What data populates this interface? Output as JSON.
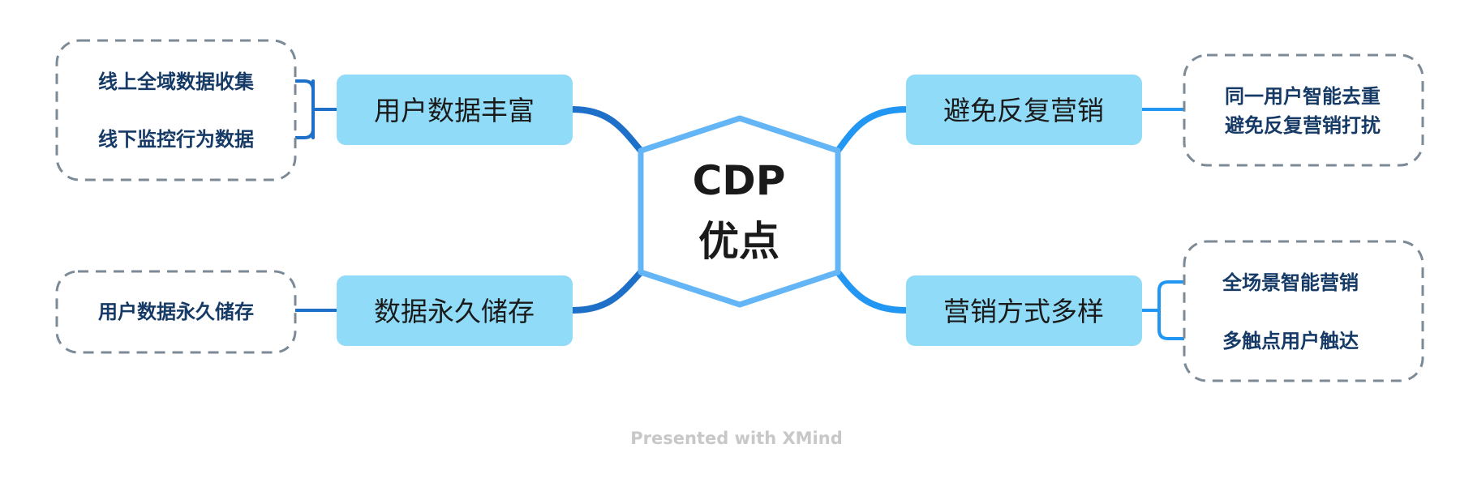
{
  "center": {
    "line1": "CDP",
    "line2": "优点"
  },
  "topics": {
    "top_left": {
      "label": "用户数据丰富",
      "children": [
        "线上全域数据收集",
        "线下监控行为数据"
      ]
    },
    "bottom_left": {
      "label": "数据永久储存",
      "children": [
        "用户数据永久储存"
      ]
    },
    "top_right": {
      "label": "避免反复营销",
      "children": [
        "同一用户智能去重",
        "避免反复营销打扰"
      ]
    },
    "bottom_right": {
      "label": "营销方式多样",
      "children": [
        "全场景智能营销",
        "多触点用户触达"
      ]
    }
  },
  "footer": "Presented with XMind",
  "colors": {
    "center_stroke": "#64b5f6",
    "topic_fill": "#90dcf8",
    "connector_left": "#1e6fc7",
    "connector_right": "#2196f3",
    "subtopic_text": "#163a66",
    "dashed_border": "#7b8a96"
  }
}
